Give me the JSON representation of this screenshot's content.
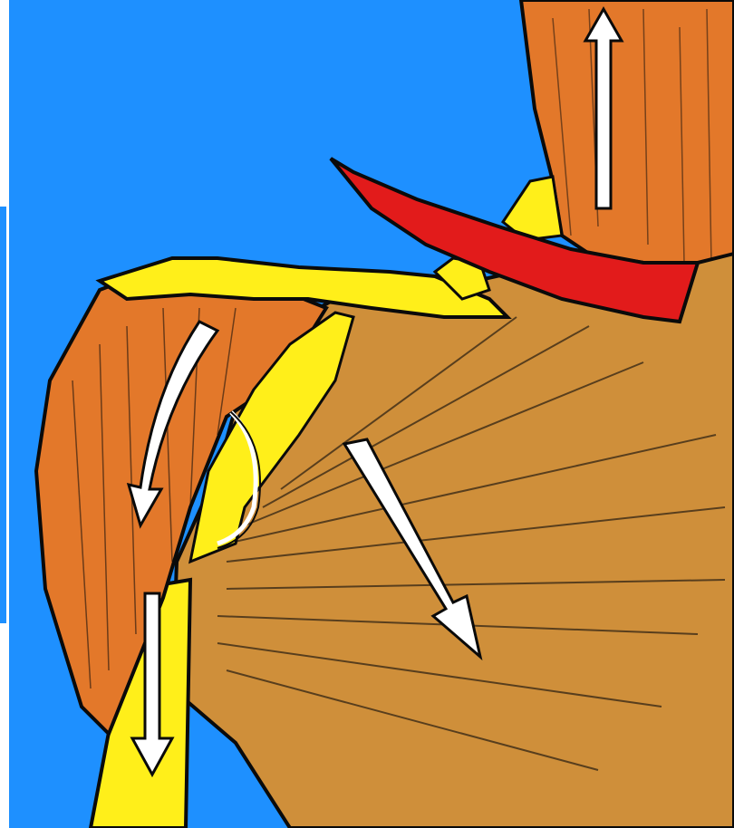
{
  "illustration": {
    "subject": "shoulder-muscle-anatomy",
    "colors": {
      "background": "#1e90ff",
      "muscle": "#e3782a",
      "muscle_tan": "#cf8f3a",
      "bone": "#ffef1a",
      "highlight": "#e21b1b",
      "outline": "#0a0a0a",
      "arrow": "#ffffff"
    },
    "arrows": [
      {
        "name": "upward-arrow",
        "direction": "up"
      },
      {
        "name": "curved-down-arrow",
        "direction": "down"
      },
      {
        "name": "straight-down-arrow",
        "direction": "down"
      },
      {
        "name": "diagonal-down-right-arrow",
        "direction": "down-right"
      }
    ]
  }
}
